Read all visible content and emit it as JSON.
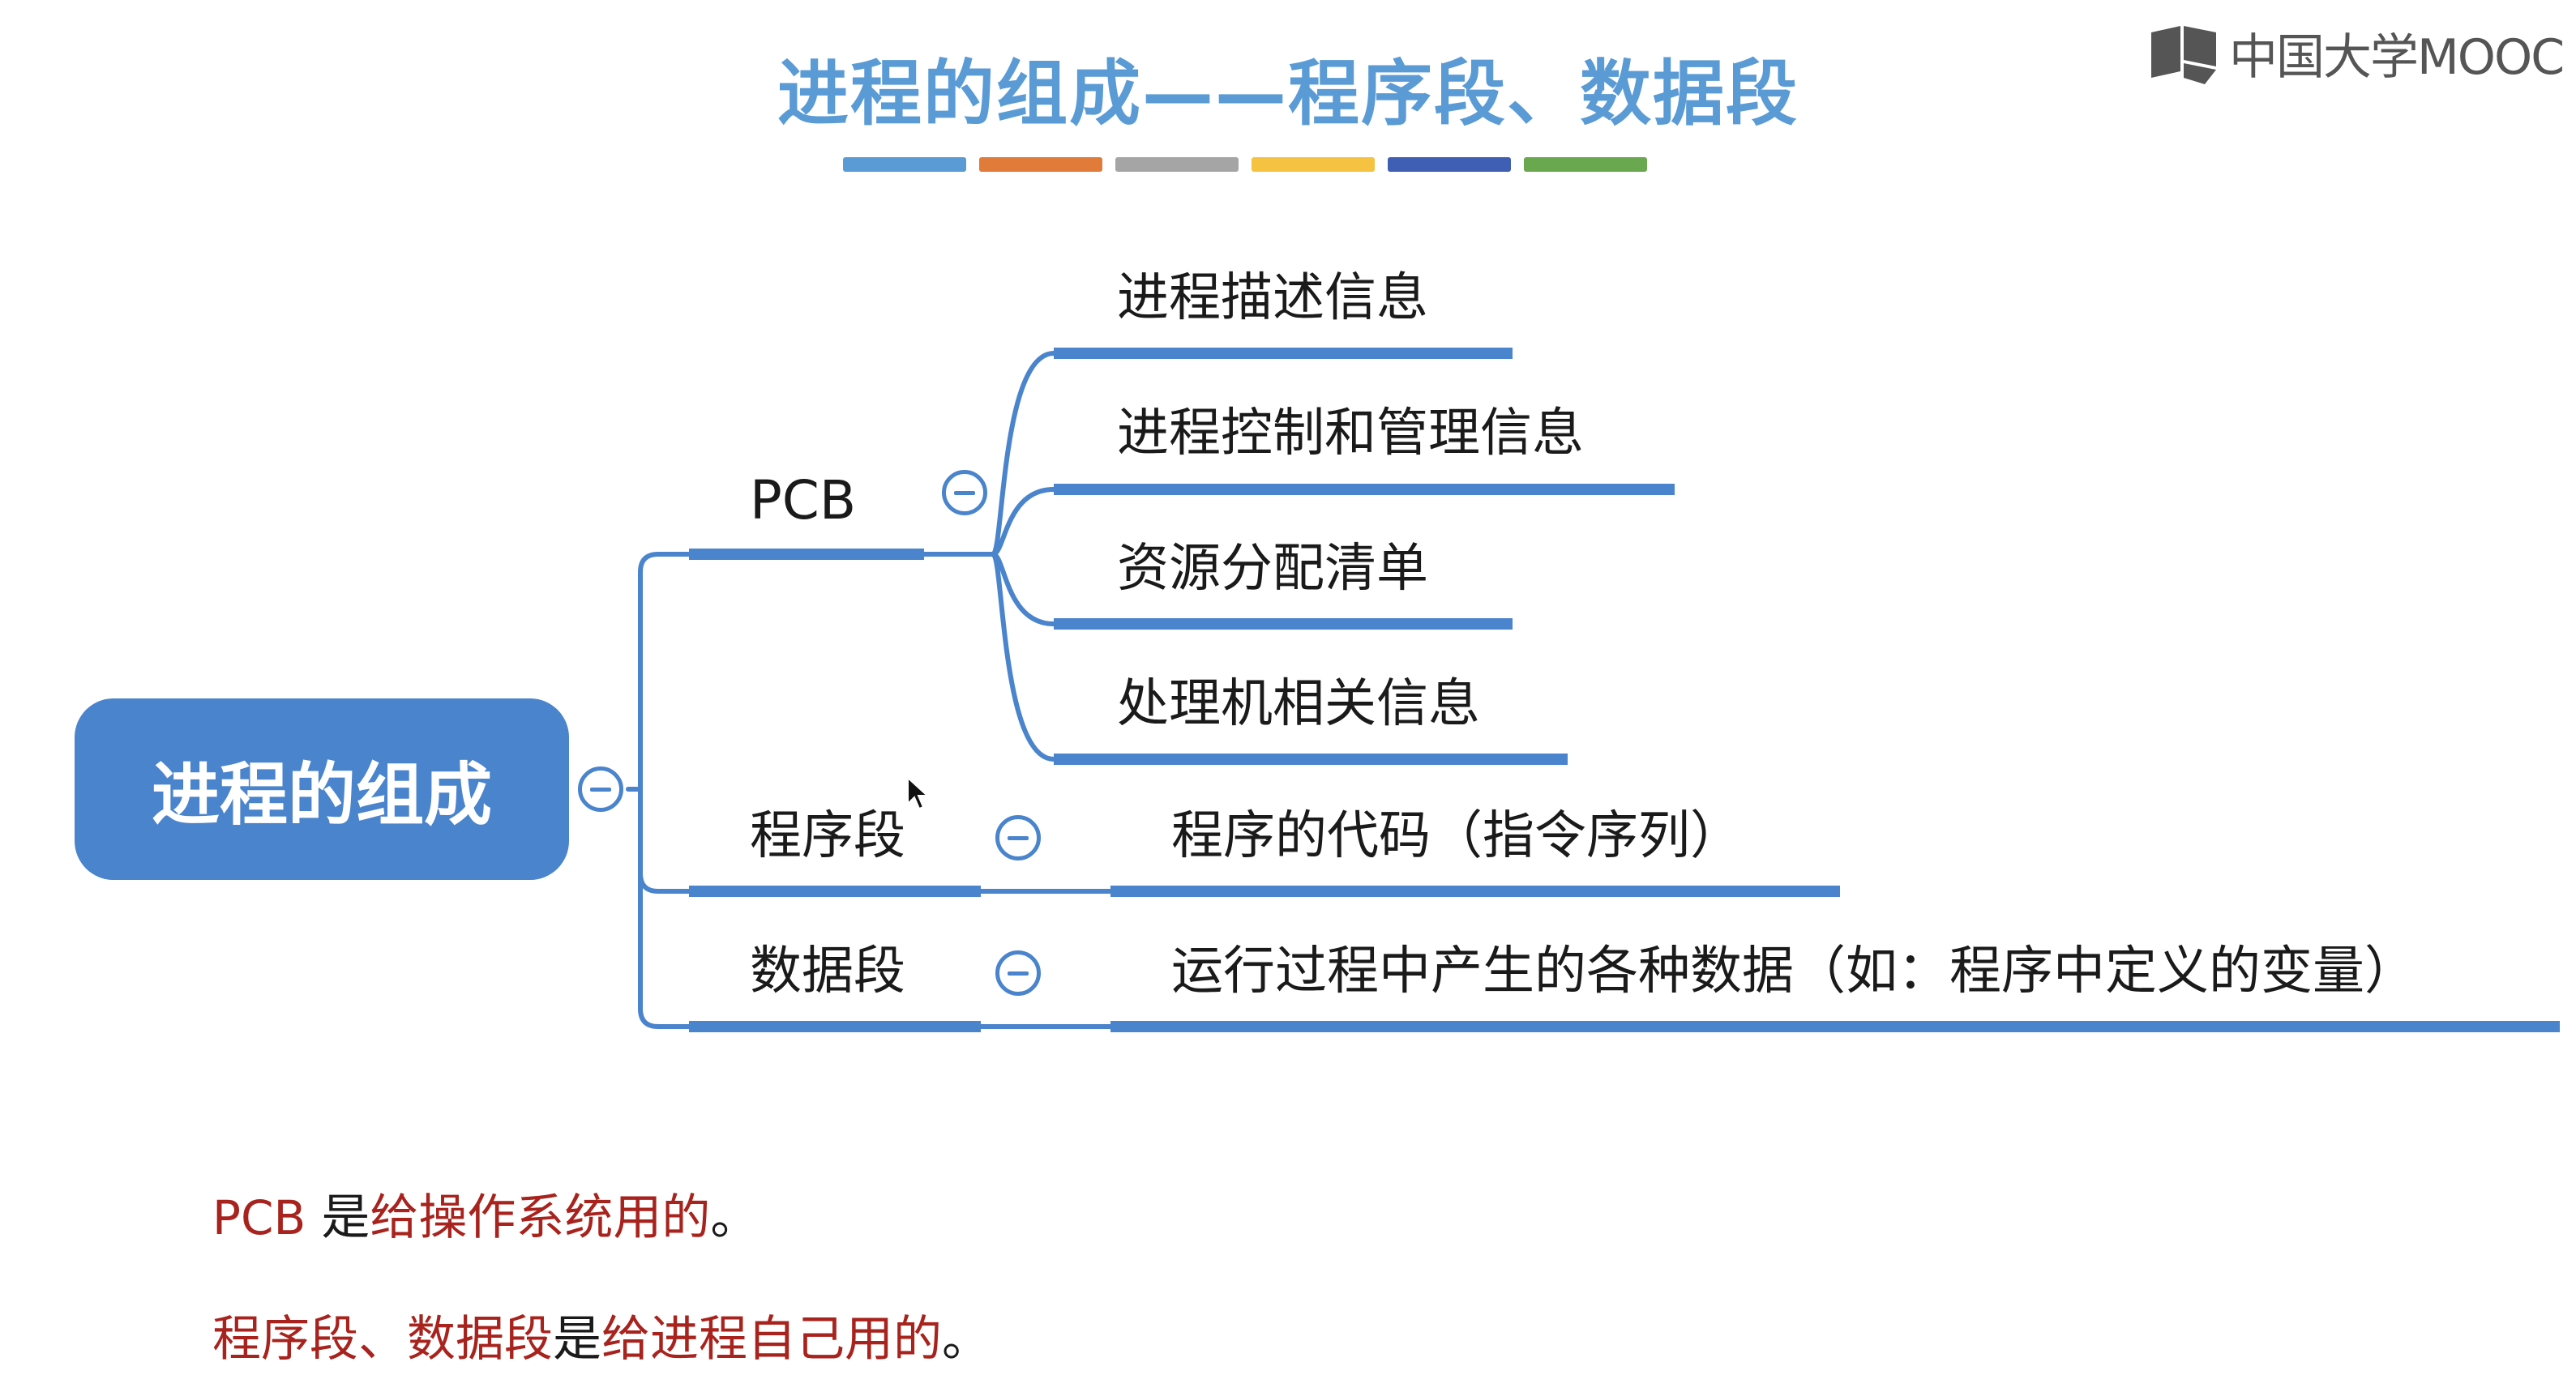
{
  "slide": {
    "title": "进程的组成——程序段、数据段",
    "title_color": "#5a9bd5",
    "accent_bars": [
      "#5a9bd5",
      "#e07b39",
      "#a5a5a5",
      "#f5c242",
      "#3e5fb3",
      "#6aa84f"
    ]
  },
  "logo": {
    "icon": "mooc-book-icon",
    "text": "中国大学MOOC"
  },
  "mindmap": {
    "root": "进程的组成",
    "branches": [
      {
        "label": "PCB",
        "children": [
          "进程描述信息",
          "进程控制和管理信息",
          "资源分配清单",
          "处理机相关信息"
        ]
      },
      {
        "label": "程序段",
        "children": [
          "程序的代码（指令序列）"
        ]
      },
      {
        "label": "数据段",
        "children": [
          "运行过程中产生的各种数据（如：程序中定义的变量）"
        ]
      }
    ],
    "line_color": "#4a84cc"
  },
  "notes": {
    "line1": {
      "a": "PCB",
      "b": " 是",
      "c": "给操作系统用的",
      "d": "。"
    },
    "line2": {
      "a": "程序段、数据段",
      "b": "是",
      "c": "给进程自己用的",
      "d": "。"
    }
  }
}
